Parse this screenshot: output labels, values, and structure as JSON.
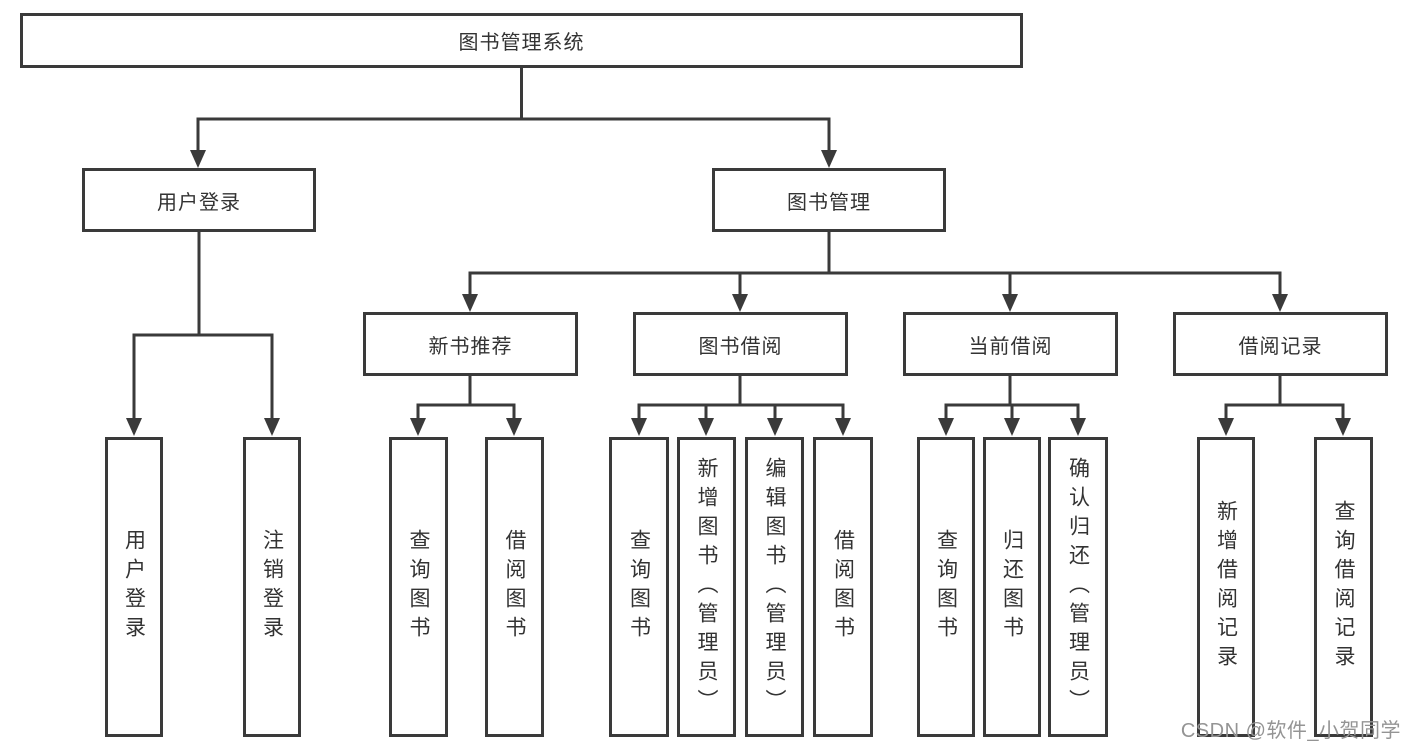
{
  "tree": {
    "root": "图书管理系统",
    "branches": [
      {
        "label": "用户登录",
        "children": [
          "用户登录",
          "注销登录"
        ]
      },
      {
        "label": "图书管理",
        "children": [
          {
            "label": "新书推荐",
            "children": [
              "查询图书",
              "借阅图书"
            ]
          },
          {
            "label": "图书借阅",
            "children": [
              "查询图书",
              "新增图书（管理员）",
              "编辑图书（管理员）",
              "借阅图书"
            ]
          },
          {
            "label": "当前借阅",
            "children": [
              "查询图书",
              "归还图书",
              "确认归还（管理员）"
            ]
          },
          {
            "label": "借阅记录",
            "children": [
              "新增借阅记录",
              "查询借阅记录"
            ]
          }
        ]
      }
    ]
  },
  "watermark": {
    "text": "CSDN @软件_小贺同学"
  },
  "colors": {
    "line": "#3a3a3a",
    "text": "#333333",
    "watermark": "#949494",
    "background": "#ffffff"
  }
}
